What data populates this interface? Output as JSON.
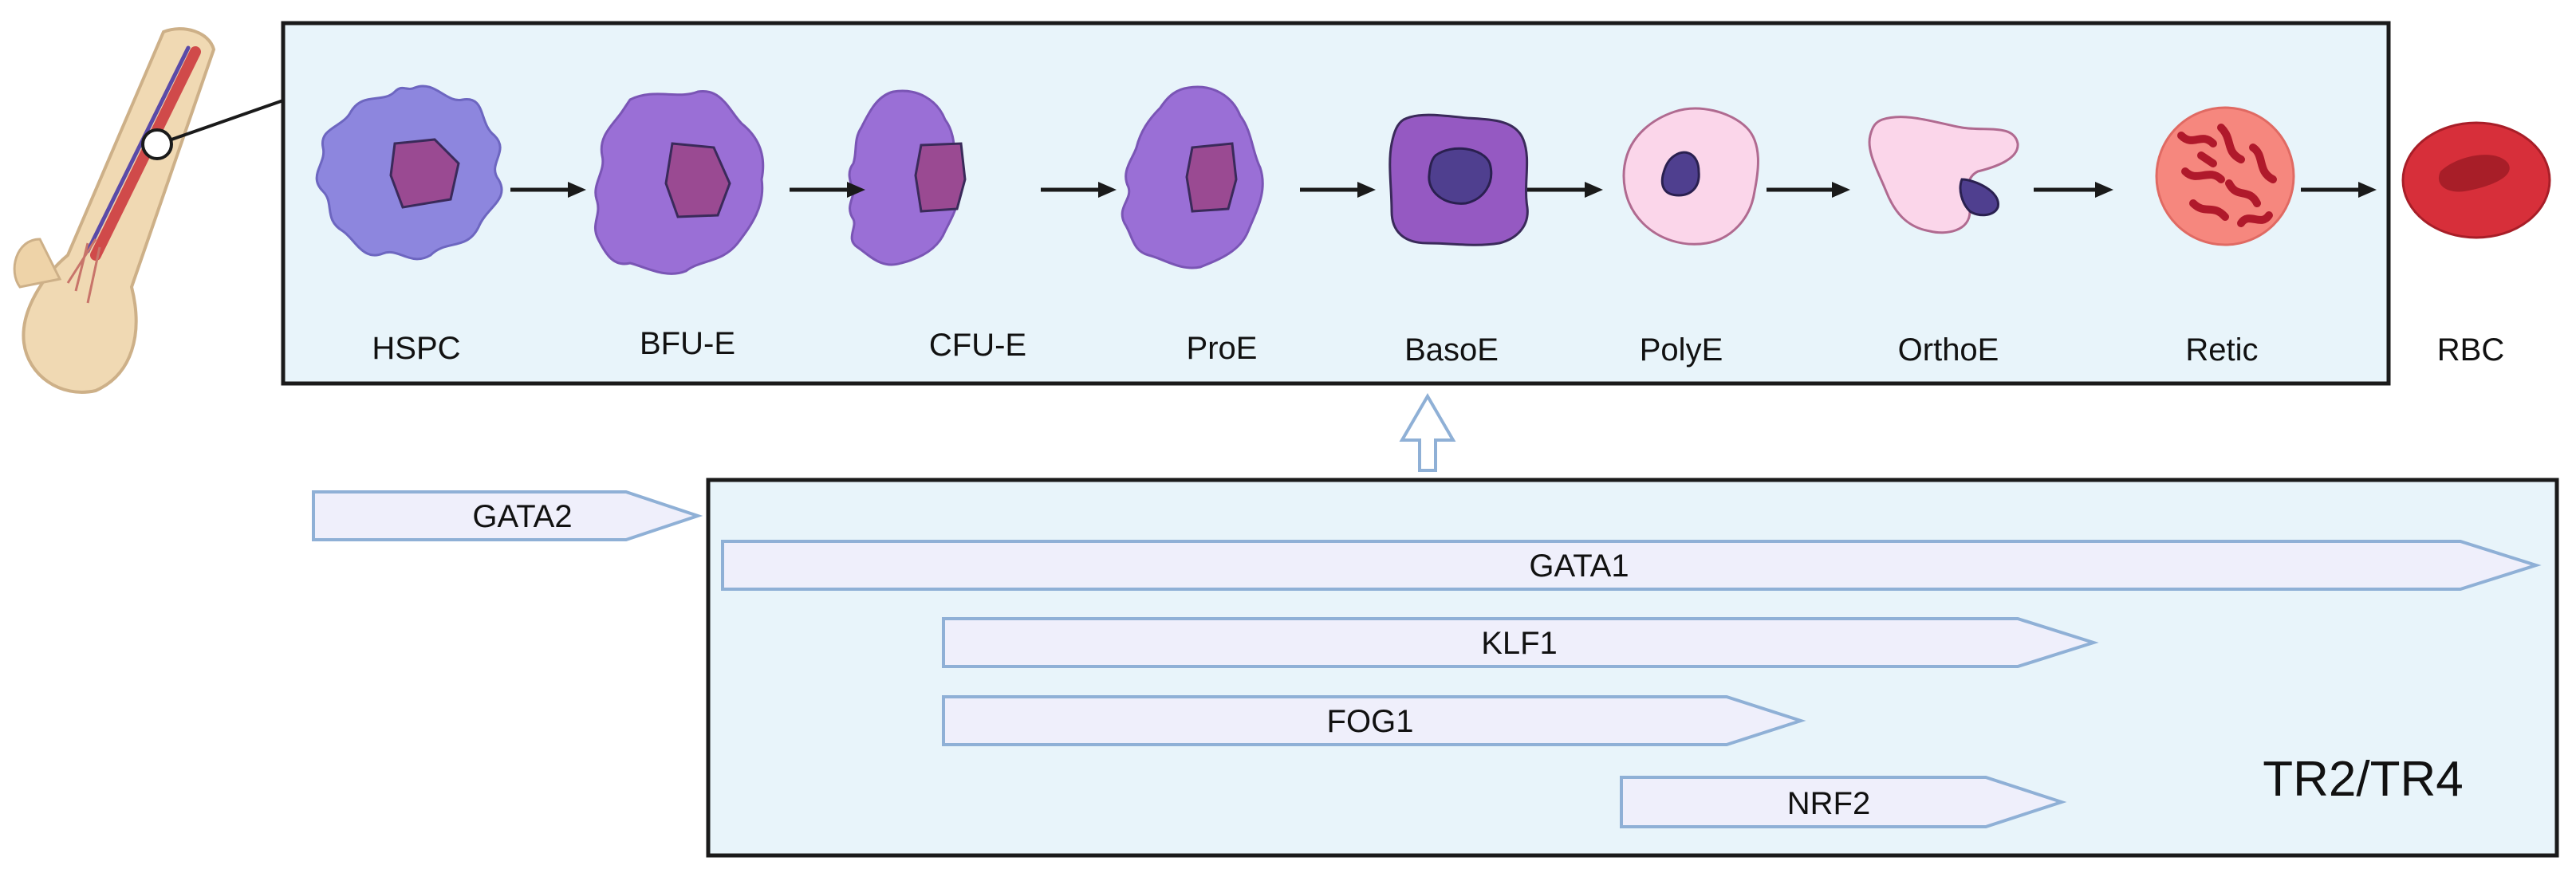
{
  "stages": [
    {
      "id": "hspc",
      "label": "HSPC"
    },
    {
      "id": "bfue",
      "label": "BFU-E"
    },
    {
      "id": "cfue",
      "label": "CFU-E"
    },
    {
      "id": "proe",
      "label": "ProE"
    },
    {
      "id": "basoe",
      "label": "BasoE"
    },
    {
      "id": "polye",
      "label": "PolyE"
    },
    {
      "id": "orthoe",
      "label": "OrthoE"
    },
    {
      "id": "retic",
      "label": "Retic"
    },
    {
      "id": "rbc",
      "label": "RBC"
    }
  ],
  "factors": [
    {
      "id": "gata2",
      "label": "GATA2"
    },
    {
      "id": "gata1",
      "label": "GATA1"
    },
    {
      "id": "klf1",
      "label": "KLF1"
    },
    {
      "id": "fog1",
      "label": "FOG1"
    },
    {
      "id": "nrf2",
      "label": "NRF2"
    }
  ],
  "complex_label": "TR2/TR4",
  "colors": {
    "panel_fill": "#e8f4fa",
    "panel_stroke": "#1a1a1a",
    "factor_fill": "#efeffb",
    "factor_stroke": "#8fb0d6",
    "hspc_cell": "#8d86de",
    "progenitor_cell": "#9a6fd6",
    "baso_cell": "#9559c2",
    "nucleus_early": "#9a4a92",
    "nucleus_late": "#4f3f8f",
    "poly_cell": "#fbd6ea",
    "retic_cell": "#f6877e",
    "retic_granules": "#b0192b",
    "rbc": "#d72f3a",
    "bone": "#f0d9b3"
  }
}
